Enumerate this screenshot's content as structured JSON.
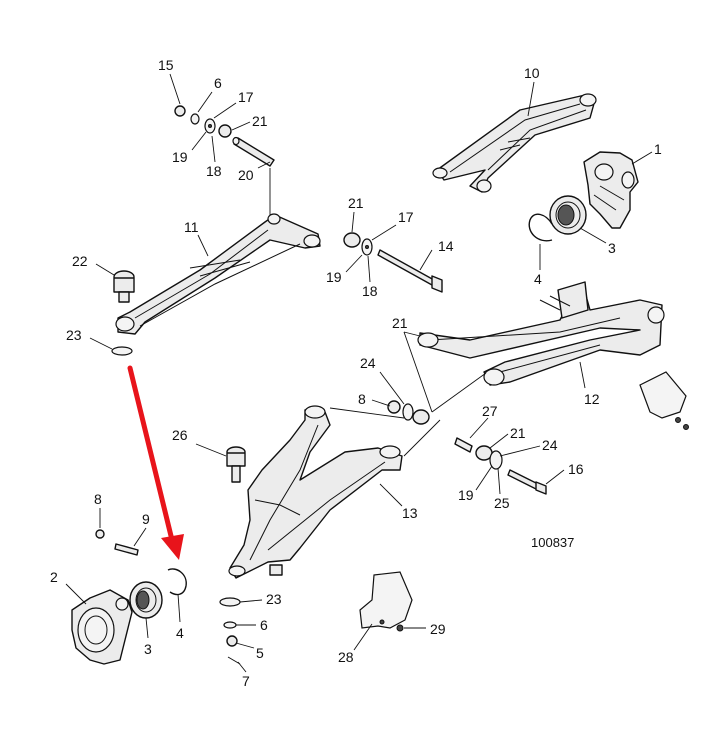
{
  "figure": {
    "id": "100837",
    "highlight_arrow_color": "#e8141b"
  },
  "callouts": {
    "c1": "1",
    "c2": "2",
    "c3a": "3",
    "c3b": "3",
    "c4a": "4",
    "c4b": "4",
    "c5": "5",
    "c6a": "6",
    "c6b": "6",
    "c7": "7",
    "c8a": "8",
    "c8b": "8",
    "c9": "9",
    "c10": "10",
    "c11": "11",
    "c12": "12",
    "c13": "13",
    "c14": "14",
    "c15": "15",
    "c16": "16",
    "c17a": "17",
    "c17b": "17",
    "c18a": "18",
    "c18b": "18",
    "c19a": "19",
    "c19b": "19",
    "c19c": "19",
    "c20": "20",
    "c21a": "21",
    "c21b": "21",
    "c21c": "21",
    "c21d": "21",
    "c22": "22",
    "c23a": "23",
    "c23b": "23",
    "c24a": "24",
    "c24b": "24",
    "c25": "25",
    "c26": "26",
    "c27": "27",
    "c28": "28",
    "c29": "29"
  }
}
